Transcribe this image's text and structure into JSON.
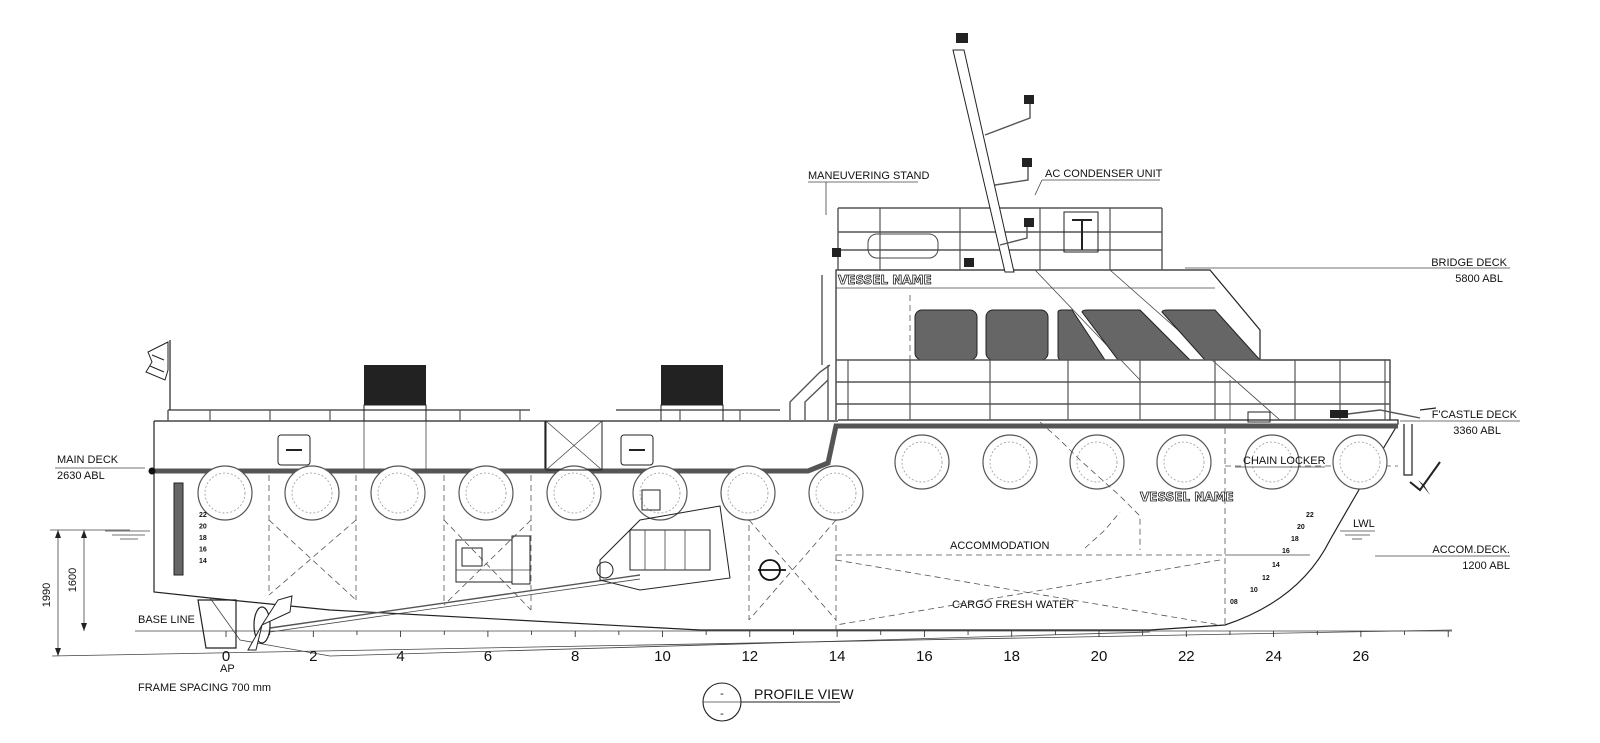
{
  "drawing": {
    "view_title": "PROFILE VIEW",
    "view_marker_top": "-",
    "view_marker_bottom": "-",
    "frame_spacing": "FRAME SPACING 700 mm",
    "ap_label": "AP",
    "base_line": "BASE LINE",
    "vessel_name_top": "VESSEL NAME",
    "vessel_name_side": "VESSEL NAME"
  },
  "levels": {
    "main_deck": {
      "name": "MAIN DECK",
      "value": "2630 ABL"
    },
    "bridge_deck": {
      "name": "BRIDGE DECK",
      "value": "5800 ABL"
    },
    "fcastle_deck": {
      "name": "F'CASTLE DECK",
      "value": "3360 ABL"
    },
    "accom_deck": {
      "name": "ACCOM.DECK.",
      "value": "1200 ABL"
    },
    "lwl": "LWL"
  },
  "labels": {
    "maneuvering_stand": "MANEUVERING STAND",
    "ac_condenser": "AC CONDENSER UNIT",
    "chain_locker": "CHAIN LOCKER",
    "accommodation": "ACCOMMODATION",
    "cargo_fresh_water": "CARGO FRESH WATER"
  },
  "dimensions": {
    "d1990": "1990",
    "d1600": "1600"
  },
  "frames": [
    "0",
    "2",
    "4",
    "6",
    "8",
    "10",
    "12",
    "14",
    "16",
    "18",
    "20",
    "22",
    "24",
    "26"
  ],
  "draft_marks_aft": [
    "22",
    "20",
    "18",
    "16",
    "14"
  ],
  "draft_marks_fwd": [
    "22",
    "20",
    "18",
    "16",
    "14",
    "12",
    "10",
    "08"
  ]
}
